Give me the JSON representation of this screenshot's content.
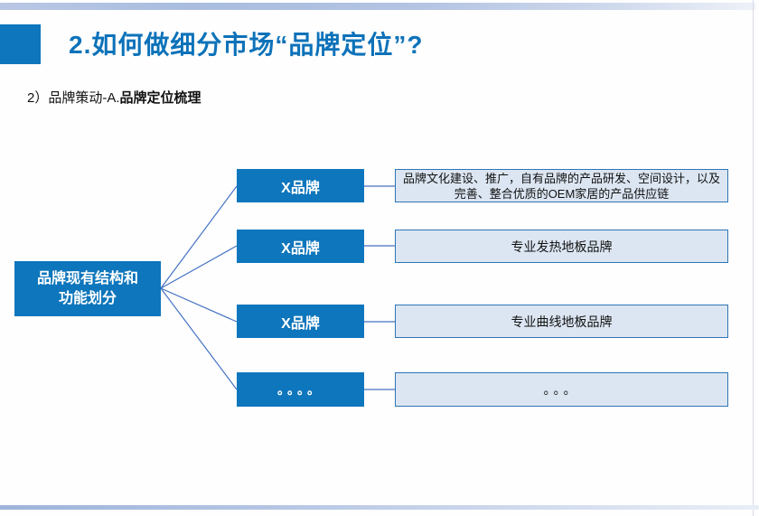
{
  "slide": {
    "title": "2.如何做细分市场“品牌定位”?",
    "subtitle_prefix": "2）品牌策动-A.",
    "subtitle_bold": "品牌定位梳理"
  },
  "diagram": {
    "root_label_line1": "品牌现有结构和",
    "root_label_line2": "功能划分",
    "rows": [
      {
        "brand": "X品牌",
        "desc": "品牌文化建设、推广，自有品牌的产品研发、空间设计，以及完善、整合优质的OEM家居的产品供应链"
      },
      {
        "brand": "X品牌",
        "desc": "专业发热地板品牌"
      },
      {
        "brand": "X品牌",
        "desc": "专业曲线地板品牌"
      },
      {
        "brand": "。。。。",
        "desc": "。。。"
      }
    ]
  },
  "colors": {
    "primary_blue": "#0e76bc",
    "title_blue": "#0d72b9",
    "desc_fill": "#dce6f2",
    "desc_border": "#2e75b6",
    "connector_line": "#4472c4",
    "gradient_bar": "#a9bddf"
  }
}
